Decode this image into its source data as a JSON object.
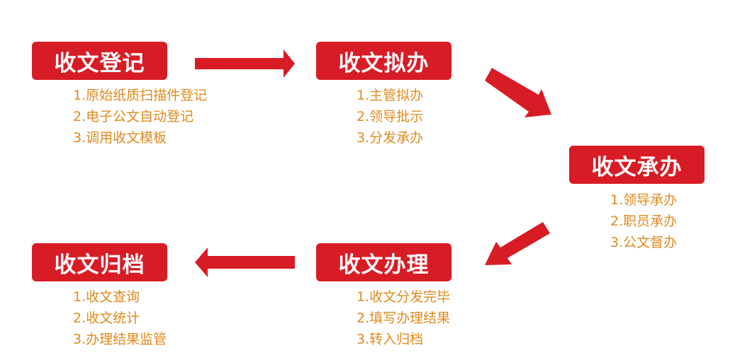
{
  "colors": {
    "accent": "#d81c26",
    "item_text": "#e08a1e",
    "title_text": "#ffffff"
  },
  "steps": {
    "register": {
      "title": "收文登记",
      "items": [
        "1.原始纸质扫描件登记",
        "2.电子公文自动登记",
        "3.调用收文模板"
      ]
    },
    "draft": {
      "title": "收文拟办",
      "items": [
        "1.主管拟办",
        "2.领导批示",
        "3.分发承办"
      ]
    },
    "undertake": {
      "title": "收文承办",
      "items": [
        "1.领导承办",
        "2.职员承办",
        "3.公文督办"
      ]
    },
    "process": {
      "title": "收文办理",
      "items": [
        "1.收文分发完毕",
        "2.填写办理结果",
        "3.转入归档"
      ]
    },
    "archive": {
      "title": "收文归档",
      "items": [
        "1.收文查询",
        "2.收文统计",
        "3.办理结果监管"
      ]
    }
  }
}
